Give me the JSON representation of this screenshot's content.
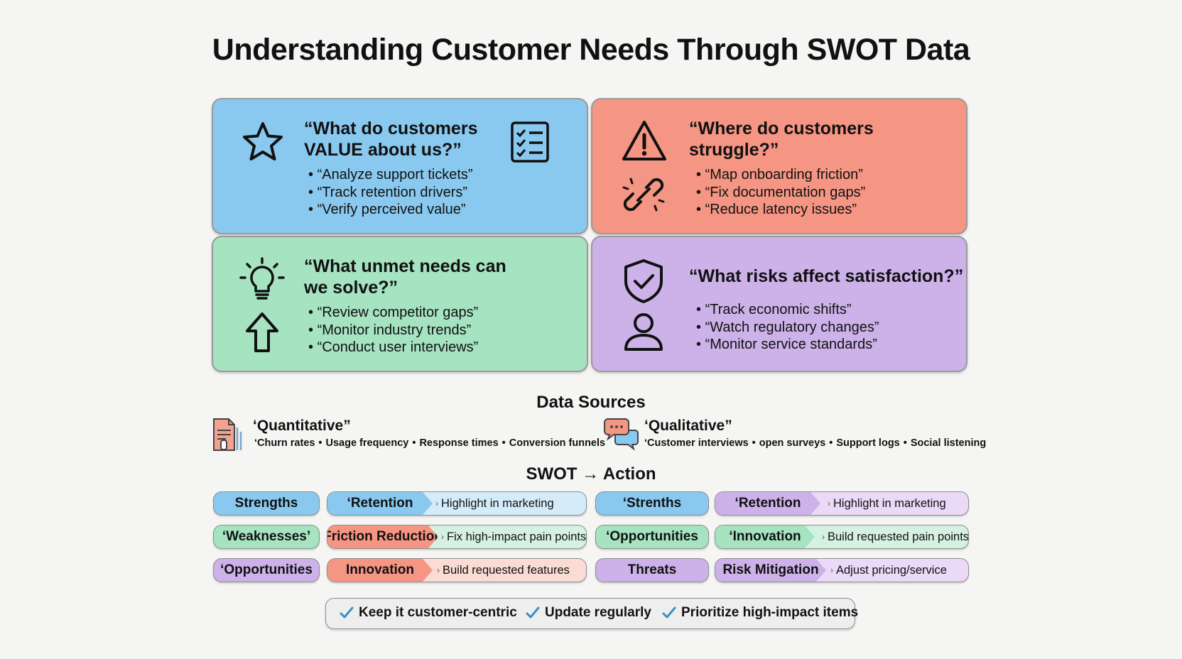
{
  "title": "Understanding Customer Needs Through SWOT Data",
  "colors": {
    "blue": "#8ac9ef",
    "red": "#f59583",
    "green": "#a6e3c1",
    "purple": "#cdb2ea"
  },
  "quadrants": {
    "strengths": {
      "heading_line1": "“What do customers",
      "heading_line2": "VALUE about us?”",
      "items": [
        "“Analyze support tickets”",
        "“Track retention drivers”",
        "“Verify perceived value”"
      ],
      "icons": [
        "star-icon",
        "checklist-icon"
      ]
    },
    "weaknesses": {
      "heading_line1": "“Where do customers",
      "heading_line2": "struggle?”",
      "items": [
        "“Map onboarding friction”",
        "“Fix documentation gaps”",
        "“Reduce latency issues”"
      ],
      "icons": [
        "warning-icon",
        "broken-link-icon"
      ]
    },
    "opportunities": {
      "heading_line1": "“What unmet needs can",
      "heading_line2": "we solve?”",
      "items": [
        "“Review competitor gaps”",
        "“Monitor industry trends”",
        "“Conduct user interviews”"
      ],
      "icons": [
        "lightbulb-icon",
        "arrow-up-icon"
      ]
    },
    "threats": {
      "heading": "“What risks affect satisfaction?”",
      "items": [
        "“Track economic shifts”",
        "“Watch regulatory changes”",
        "“Monitor service standards”"
      ],
      "icons": [
        "shield-check-icon",
        "user-icon"
      ]
    }
  },
  "data_sources": {
    "title": "Data Sources",
    "quantitative": {
      "label": "‘Quantitative”",
      "items": [
        "‘Churn rates",
        "Usage frequency",
        "Response times",
        "Conversion funnels"
      ]
    },
    "qualitative": {
      "label": "‘Qualitative”",
      "items": [
        "‘Customer interviews",
        "open surveys",
        "Support logs",
        "Social listening"
      ]
    }
  },
  "swot_action": {
    "title": "SWOT → Action",
    "rows": [
      {
        "left_tag": "Strengths",
        "left_lead": "‘Retention",
        "left_action": "Highlight in marketing",
        "right_tag": "‘Strenths",
        "right_lead": "‘Retention",
        "right_action": "Highlight in marketing"
      },
      {
        "left_tag": "‘Weaknesses’",
        "left_lead": "Friction Reduction",
        "left_action": "Fix high-impact pain points",
        "right_tag": "‘Opportunities",
        "right_lead": "‘Innovation",
        "right_action": "Build requested pain points"
      },
      {
        "left_tag": "‘Opportunities",
        "left_lead": "Innovation",
        "left_action": "Build requested features",
        "right_tag": "Threats",
        "right_lead": "Risk Mitigation",
        "right_action": "Adjust pricing/service"
      }
    ]
  },
  "footer": {
    "items": [
      "Keep it customer-centric",
      "Update regularly",
      "Prioritize high-impact items"
    ]
  }
}
